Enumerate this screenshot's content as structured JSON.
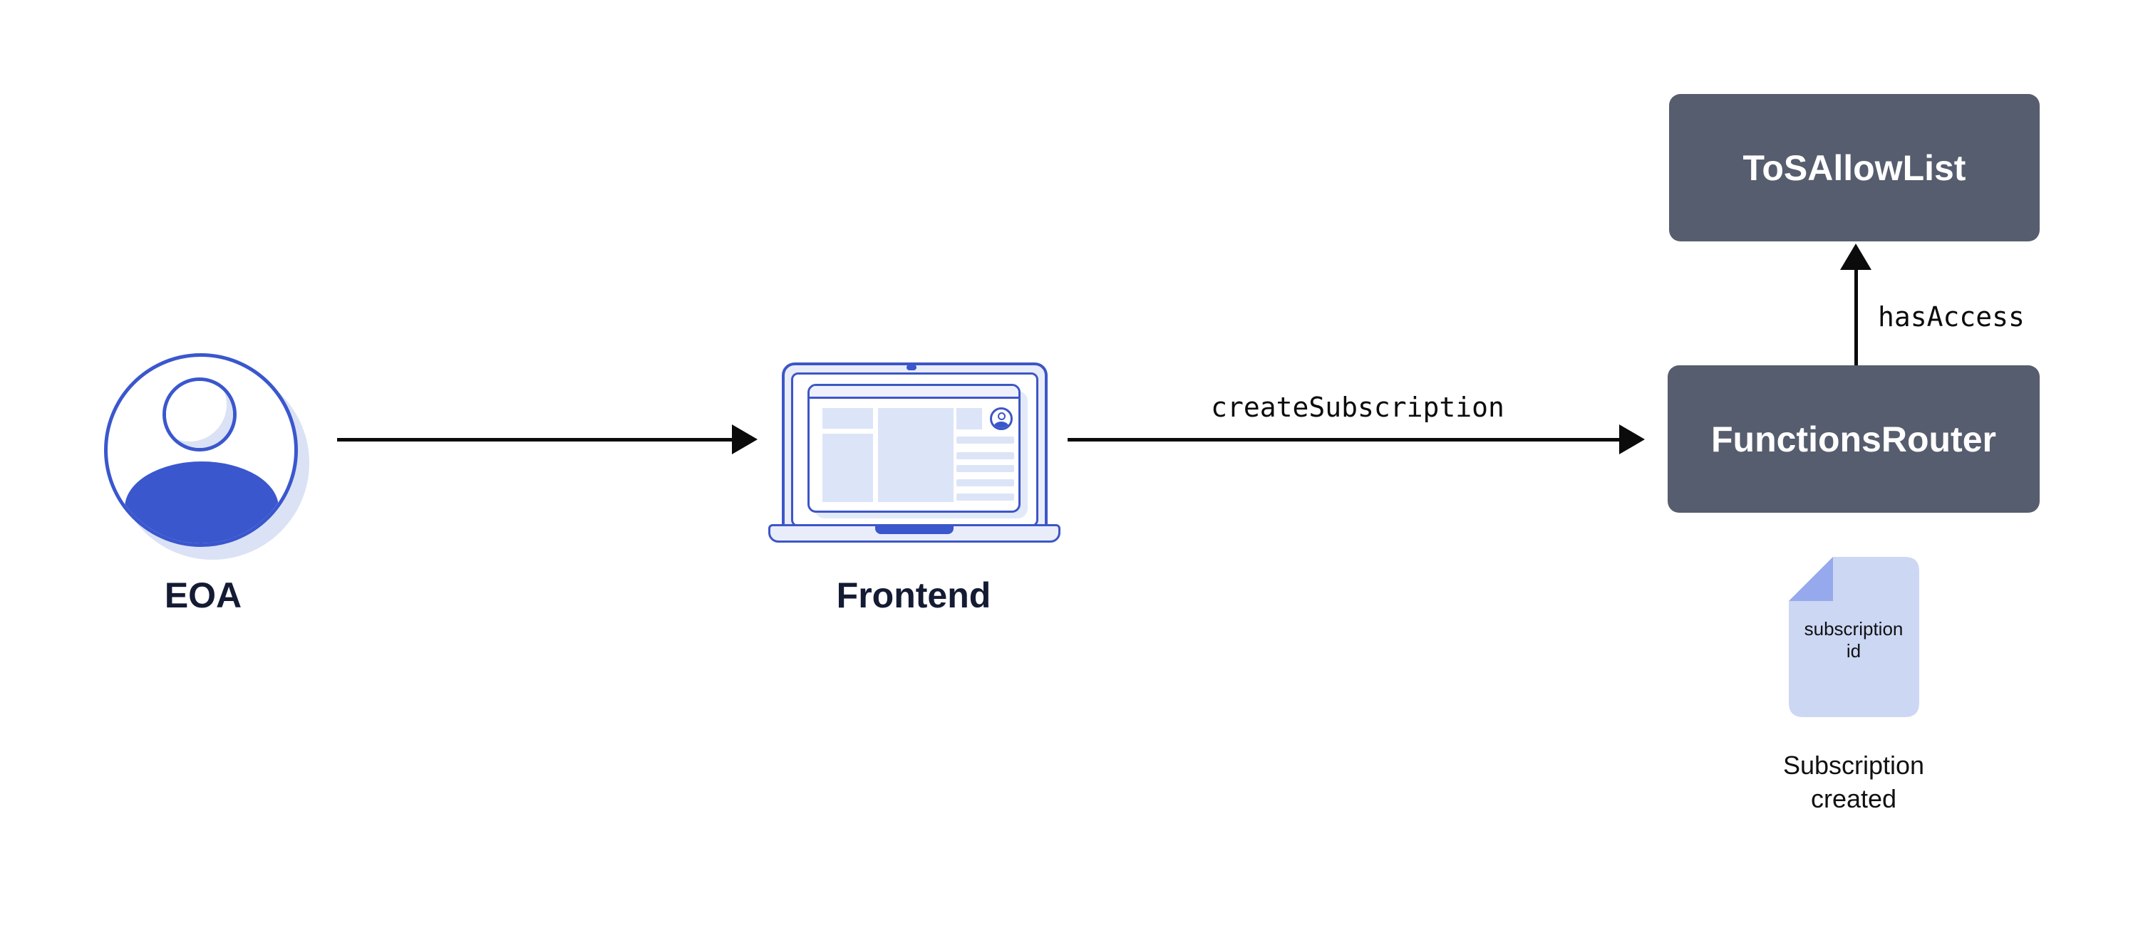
{
  "colors": {
    "background": "#ffffff",
    "accent_blue": "#3a57cd",
    "stroke_blue": "#3d56c6",
    "lavender_body": "#e9edfa",
    "lavender_block": "#dce4f7",
    "lavender_shadow": "#dbe2f5",
    "doc_fill": "#ccd7f4",
    "doc_fold": "#96a9ec",
    "box_slate": "#565d6e",
    "label_navy": "#141b33",
    "arrow_black": "#0b0b0b",
    "box_text_white": "#ffffff"
  },
  "nodes": {
    "eoa": {
      "label": "EOA"
    },
    "frontend": {
      "label": "Frontend"
    },
    "functions_router": {
      "label": "FunctionsRouter"
    },
    "tos_allow_list": {
      "label": "ToSAllowList"
    },
    "subscription_doc": {
      "doc_text_line1": "subscription",
      "doc_text_line2": "id",
      "caption_line1": "Subscription",
      "caption_line2": "created"
    }
  },
  "edges": {
    "frontend_to_router": {
      "label": "createSubscription"
    },
    "router_to_allowlist": {
      "label": "hasAccess"
    }
  }
}
